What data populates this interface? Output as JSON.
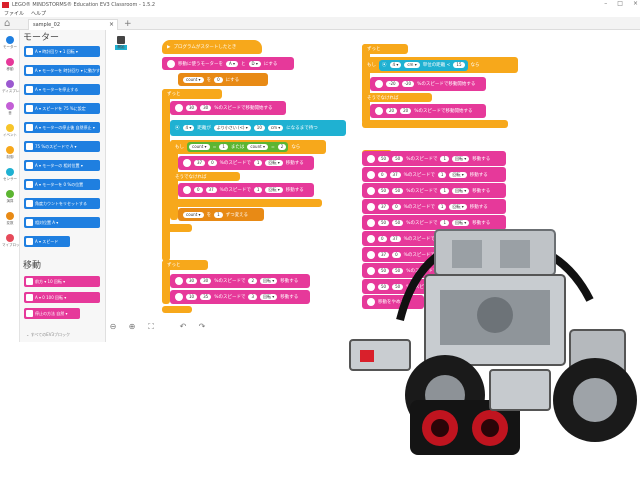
{
  "window": {
    "title": "LEGO® MINDSTORMS® Education EV3 Classroom - 1.5.2"
  },
  "menu": {
    "file": "ファイル",
    "help": "ヘルプ"
  },
  "tab": {
    "name": "sample_02",
    "close": "×"
  },
  "categories": [
    {
      "label": "モーター",
      "color": "#1f7fe0"
    },
    {
      "label": "移動",
      "color": "#e6399a"
    },
    {
      "label": "ディスプレイ",
      "color": "#9b59d0"
    },
    {
      "label": "音",
      "color": "#c35fd6"
    },
    {
      "label": "イベント",
      "color": "#f7c52a"
    },
    {
      "label": "制御",
      "color": "#f7a81b"
    },
    {
      "label": "センサー",
      "color": "#1fb1d2"
    },
    {
      "label": "演算",
      "color": "#5cb531"
    },
    {
      "label": "変数",
      "color": "#e88a15"
    },
    {
      "label": "マイブロック",
      "color": "#e64a5a"
    }
  ],
  "palette": {
    "heading_motor": "モーター",
    "heading_move": "移動",
    "motor_blocks": [
      "A ▾ 時計回り ▾ 1 回転 ▾",
      "A ▾ モーターを 時計回り ▾ に動かす",
      "A ▾ モーターを停止する",
      "A ▾ スピードを 75 %に設定",
      "A ▾ モーターの停止後 自然停止 ▾",
      "75 %のスピードで A ▾",
      "A ▾ モーターの 相対位置 ▾",
      "A ▾ モーターを 0 %の位置",
      "角度カウントをリセットする",
      "相対位置 A ▾",
      "A ▾ スピード"
    ],
    "move_blocks": [
      "前方 ▾ 10 回転 ▾",
      "A ▾ 0 100 回転 ▾",
      "停止の方法 自然 ▾"
    ],
    "show_all": "すべてのEV3ブロック"
  },
  "canvas": {
    "run_label": "開始",
    "script1": {
      "hat": "プログラムがスタートしたとき",
      "b1": {
        "text": "移動に使うモーターを",
        "a": "A ▾",
        "and": "と",
        "b": "D ▾",
        "end": "にする"
      },
      "b2": {
        "var": "count ▾",
        "to": "を",
        "val": "0",
        "end": "にする"
      },
      "forever": "ずっと",
      "b3": {
        "l": "30",
        "r": "30",
        "text": "%のスピードで移動開始する"
      },
      "b4": {
        "port": "4 ▾",
        "text": "距離が",
        "cmp": "より小さい (<) ▾",
        "val": "10",
        "unit": "cm ▾",
        "end": "になるまで待つ"
      },
      "if": {
        "label": "もし",
        "v1": "count ▾",
        "eq1": "1",
        "or": "または",
        "v2": "count ▾",
        "eq2": "2",
        "end": "なら"
      },
      "b5": {
        "l": "37",
        "r": "0",
        "text": "%のスピードで",
        "n": "1",
        "u": "回転 ▾",
        "end": "移動する"
      },
      "else": "そうでなければ",
      "b6": {
        "l": "0",
        "r": "37",
        "text": "%のスピードで",
        "n": "1",
        "u": "回転 ▾",
        "end": "移動する"
      },
      "b7": {
        "var": "count ▾",
        "text": "を",
        "val": "1",
        "end": "ずつ変える"
      }
    },
    "script2": {
      "forever": "ずっと",
      "if": {
        "label": "もし",
        "port": "4 ▾",
        "unit": "cm ▾",
        "text": "単位の距離 <",
        "val": "15",
        "end": "なら"
      },
      "b1": {
        "l": "-20",
        "r": "-20",
        "text": "%のスピードで移動開始する"
      },
      "else": "そうでなければ",
      "b2": {
        "l": "20",
        "r": "20",
        "text": "%のスピードで移動開始する"
      }
    },
    "script3": {
      "forever": "ずっと",
      "b1": {
        "l": "30",
        "r": "30",
        "text": "%のスピードで",
        "n": "2",
        "u": "回転 ▾",
        "end": "移動する"
      },
      "b2": {
        "l": "10",
        "r": "35",
        "text": "%のスピードで",
        "n": "3",
        "u": "回転 ▾",
        "end": "移動する"
      }
    },
    "script4": {
      "blocks": [
        {
          "l": "50",
          "r": "50"
        },
        {
          "l": "0",
          "r": "37"
        },
        {
          "l": "50",
          "r": "50"
        },
        {
          "l": "37",
          "r": "0"
        },
        {
          "l": "50",
          "r": "50"
        },
        {
          "l": "0",
          "r": "37"
        },
        {
          "l": "37",
          "r": "0"
        },
        {
          "l": "50",
          "r": "50"
        },
        {
          "l": "50",
          "r": "50"
        }
      ],
      "text": "%のスピードで",
      "n": "1",
      "u": "回転 ▾",
      "end": "移動する",
      "stop": "移動をやめる"
    }
  },
  "zoom": {
    "out": "⊖",
    "in": "⊕",
    "fit": "⛶",
    "undo": "↶",
    "redo": "↷"
  }
}
